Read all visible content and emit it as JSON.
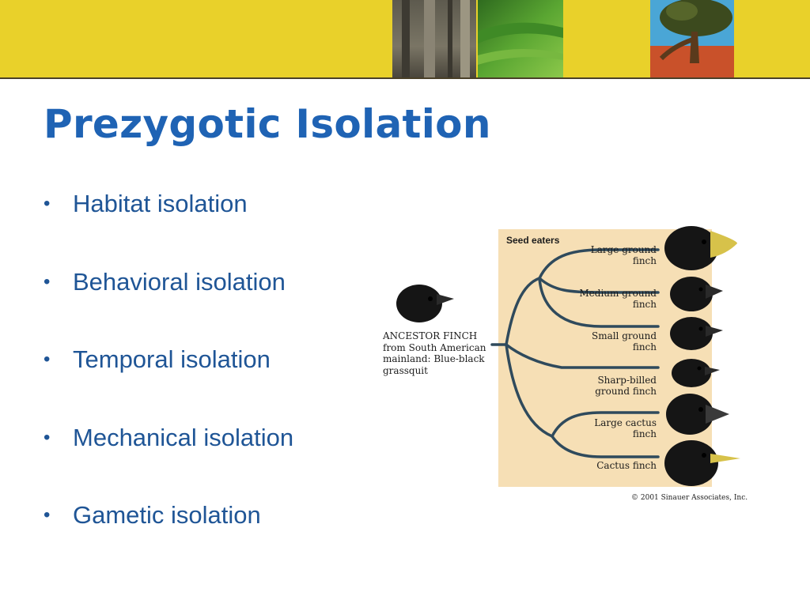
{
  "slide": {
    "title": "Prezygotic Isolation",
    "bullets": [
      "Habitat isolation",
      "Behavioral isolation",
      "Temporal isolation",
      "Mechanical isolation",
      "Gametic isolation"
    ]
  },
  "theme": {
    "banner_color": "#e9d12a",
    "title_color": "#1f63b4",
    "bullet_color": "#1f5596",
    "diagram_bg": "#f6dfb5",
    "branch_color": "#2f4a5c"
  },
  "banner_photos": [
    "forest-photo",
    "green-field-photo",
    "tree-desert-photo"
  ],
  "diagram": {
    "group_label": "Seed eaters",
    "ancestor_lines": [
      "ANCESTOR FINCH",
      "from South American",
      "mainland: Blue-black",
      "grassquit"
    ],
    "species": [
      {
        "line1": "Large ground",
        "line2": "finch"
      },
      {
        "line1": "Medium ground",
        "line2": "finch"
      },
      {
        "line1": "Small ground",
        "line2": "finch"
      },
      {
        "line1": "Sharp-billed",
        "line2": "ground finch"
      },
      {
        "line1": "Large cactus",
        "line2": "finch"
      },
      {
        "line1": "Cactus finch",
        "line2": ""
      }
    ],
    "copyright": "© 2001 Sinauer Associates, Inc."
  }
}
